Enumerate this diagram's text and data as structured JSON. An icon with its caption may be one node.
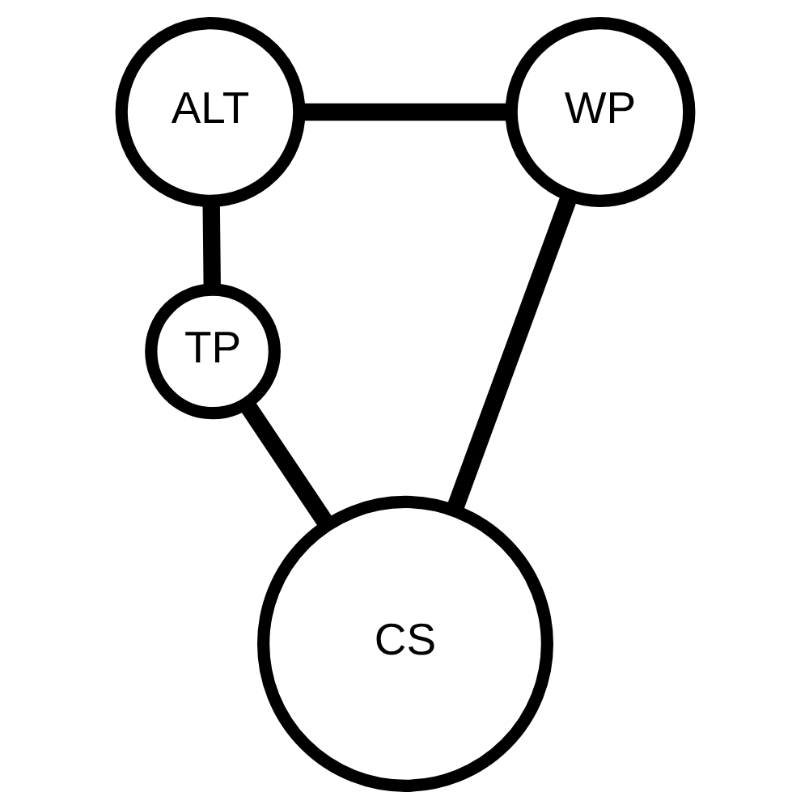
{
  "diagram": {
    "nodes": [
      {
        "text": [
          "ALT"
        ]
      },
      {
        "text": [
          "WP"
        ]
      },
      {
        "text": [
          "TP"
        ]
      },
      {
        "text": [
          "CS"
        ]
      }
    ],
    "edges": [
      {
        "from": 0,
        "to": 1,
        "arrow": "none"
      },
      {
        "from": 0,
        "to": 2,
        "arrow": "none"
      },
      {
        "from": 2,
        "to": 3,
        "arrow": "none"
      },
      {
        "from": 1,
        "to": 3,
        "arrow": "none"
      }
    ]
  }
}
